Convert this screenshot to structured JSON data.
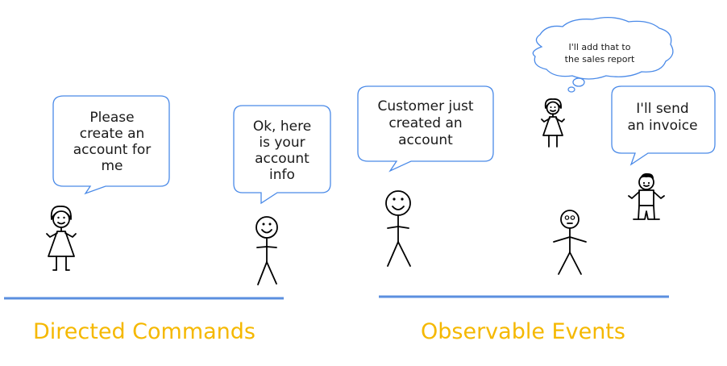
{
  "colors": {
    "bubble_stroke": "#4a8ae8",
    "baseline": "#5b8fdf",
    "label": "#f5b800"
  },
  "bubbles": {
    "please": [
      "Please",
      "create an",
      "account for",
      "me"
    ],
    "ok": [
      "Ok, here",
      "is your",
      "account",
      "info"
    ],
    "customer": [
      "Customer just",
      "created an",
      "account"
    ],
    "cloud": [
      "I'll add that to",
      "the sales report"
    ],
    "invoice": [
      "I'll send",
      "an invoice"
    ]
  },
  "labels": {
    "left": "Directed Commands",
    "right": "Observable Events"
  }
}
